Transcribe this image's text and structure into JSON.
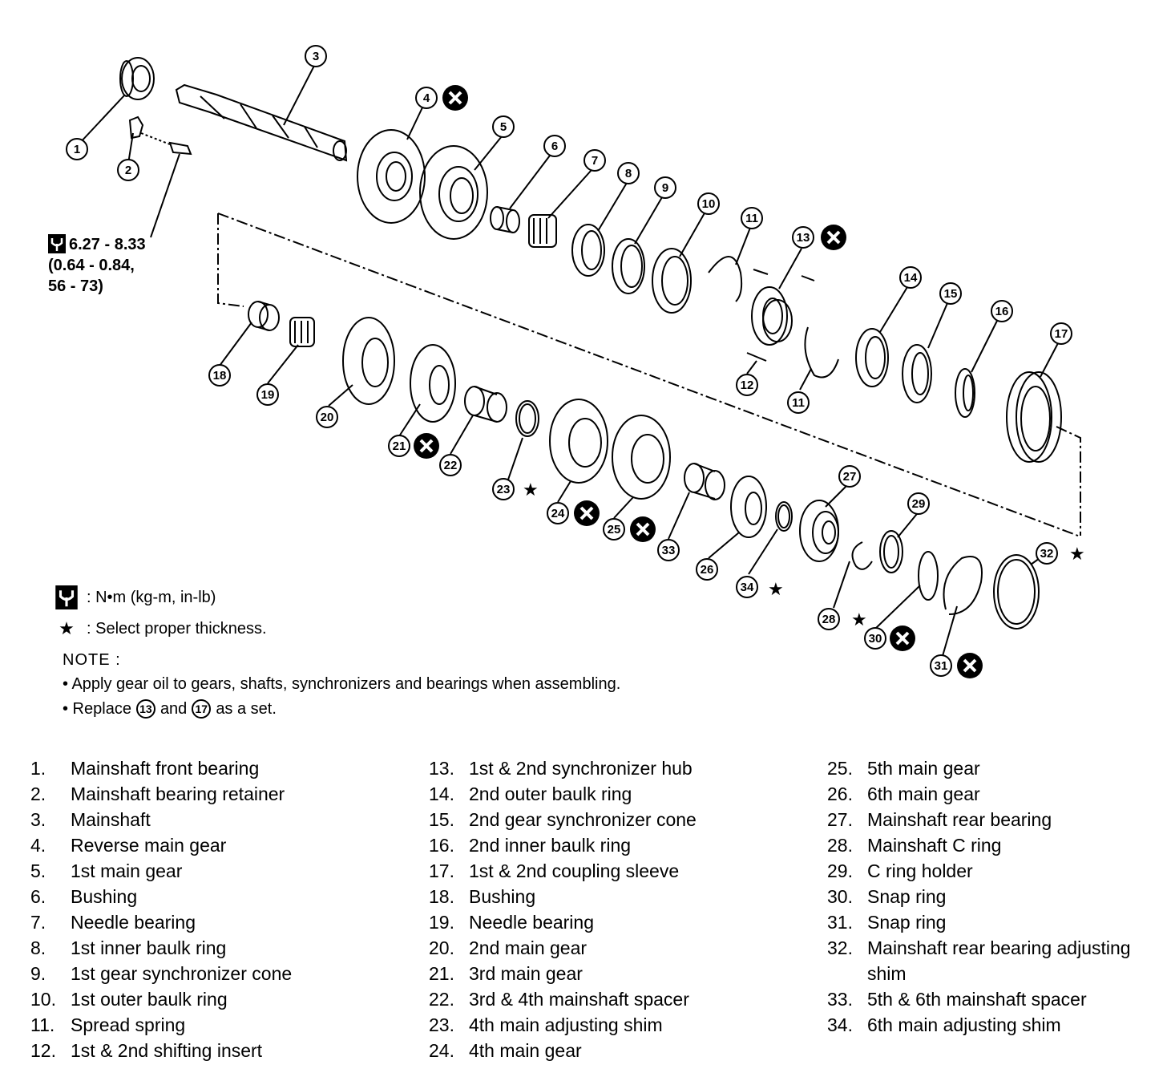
{
  "torque_spec": {
    "line1": "6.27 - 8.33",
    "line2": "(0.64 - 0.84,",
    "line3": "56 - 73)"
  },
  "legend": {
    "torque_unit": ": N•m  (kg-m,  in-lb)",
    "star_label": ": Select proper thickness.",
    "note_title": "NOTE :",
    "note1": "• Apply gear oil to gears, shafts, synchronizers and bearings when assembling.",
    "note2_prefix": "• Replace",
    "note2_ref1": "13",
    "note2_mid": "and",
    "note2_ref2": "17",
    "note2_suffix": "as a set."
  },
  "callouts": [
    "1",
    "2",
    "3",
    "4",
    "5",
    "6",
    "7",
    "8",
    "9",
    "10",
    "11",
    "11",
    "12",
    "13",
    "14",
    "15",
    "16",
    "17",
    "18",
    "19",
    "20",
    "21",
    "22",
    "23",
    "24",
    "25",
    "26",
    "27",
    "28",
    "29",
    "30",
    "31",
    "32",
    "33",
    "34"
  ],
  "parts": {
    "col1": [
      {
        "num": "1.",
        "name": "Mainshaft front bearing"
      },
      {
        "num": "2.",
        "name": "Mainshaft bearing retainer"
      },
      {
        "num": "3.",
        "name": "Mainshaft"
      },
      {
        "num": "4.",
        "name": "Reverse main gear"
      },
      {
        "num": "5.",
        "name": "1st main gear"
      },
      {
        "num": "6.",
        "name": "Bushing"
      },
      {
        "num": "7.",
        "name": "Needle bearing"
      },
      {
        "num": "8.",
        "name": "1st inner baulk ring"
      },
      {
        "num": "9.",
        "name": "1st gear synchronizer cone"
      },
      {
        "num": "10.",
        "name": "1st outer baulk ring"
      },
      {
        "num": "11.",
        "name": "Spread spring"
      },
      {
        "num": "12.",
        "name": "1st & 2nd shifting insert"
      }
    ],
    "col2": [
      {
        "num": "13.",
        "name": "1st & 2nd synchronizer hub"
      },
      {
        "num": "14.",
        "name": "2nd outer baulk ring"
      },
      {
        "num": "15.",
        "name": "2nd gear synchronizer cone"
      },
      {
        "num": "16.",
        "name": "2nd inner baulk ring"
      },
      {
        "num": "17.",
        "name": "1st & 2nd coupling sleeve"
      },
      {
        "num": "18.",
        "name": "Bushing"
      },
      {
        "num": "19.",
        "name": "Needle bearing"
      },
      {
        "num": "20.",
        "name": "2nd main gear"
      },
      {
        "num": "21.",
        "name": "3rd main gear"
      },
      {
        "num": "22.",
        "name": "3rd & 4th mainshaft spacer"
      },
      {
        "num": "23.",
        "name": "4th main adjusting shim"
      },
      {
        "num": "24.",
        "name": "4th main gear"
      }
    ],
    "col3": [
      {
        "num": "25.",
        "name": "5th main gear"
      },
      {
        "num": "26.",
        "name": "6th main gear"
      },
      {
        "num": "27.",
        "name": "Mainshaft rear bearing"
      },
      {
        "num": "28.",
        "name": "Mainshaft C ring"
      },
      {
        "num": "29.",
        "name": "C ring holder"
      },
      {
        "num": "30.",
        "name": "Snap ring"
      },
      {
        "num": "31.",
        "name": "Snap ring"
      },
      {
        "num": "32.",
        "name": "Mainshaft rear bearing adjusting shim"
      },
      {
        "num": "33.",
        "name": "5th & 6th mainshaft spacer"
      },
      {
        "num": "34.",
        "name": "6th main adjusting shim"
      }
    ]
  }
}
